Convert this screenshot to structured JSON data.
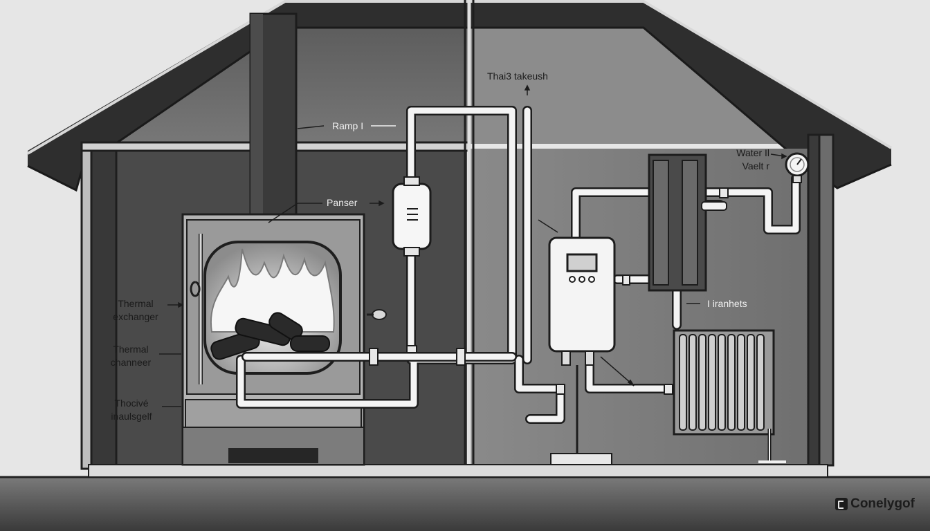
{
  "labels": {
    "flue_top": "Thai3 takeush",
    "pump": "Ramp I",
    "panser": "Panser",
    "water_line1": "Water Il",
    "water_line2": "Vaelt r",
    "irannets": "I iranhets",
    "thermal_exchanger_line1": "Thermal",
    "thermal_exchanger_line2": "exchanger",
    "thermal_channeer_line1": "Thermal",
    "thermal_channeer_line2": "channeer",
    "thocive_line1": "Thocivé",
    "thocive_line2": "inaulsgelf"
  },
  "brand": {
    "icon": "logo-mark-icon",
    "name": "Conelygof"
  },
  "colors": {
    "background": "#e6e6e6",
    "roof": "#2b2b2b",
    "interior_left": "#505050",
    "interior_right": "#787878",
    "pipe": "#f4f4f4",
    "floor": "#3a3a3a"
  }
}
